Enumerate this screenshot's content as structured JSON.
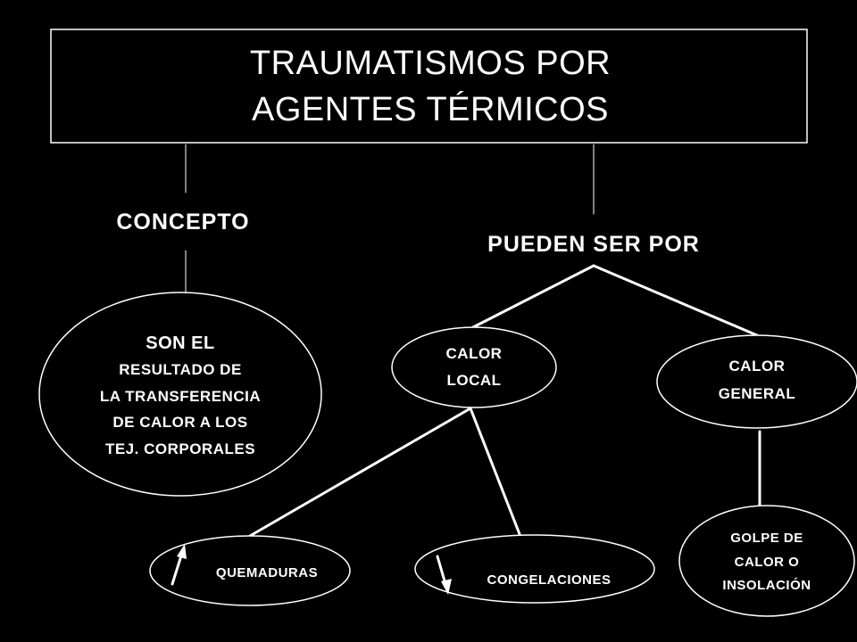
{
  "title": {
    "line1": "TRAUMATISMOS POR",
    "line2": "AGENTES TÉRMICOS"
  },
  "concepto": {
    "heading": "CONCEPTO",
    "definition": [
      "SON EL",
      "RESULTADO DE",
      "LA TRANSFERENCIA",
      "DE CALOR A LOS",
      "TEJ. CORPORALES"
    ]
  },
  "pueden_ser_por": {
    "heading": "PUEDEN SER POR",
    "calor_local": {
      "lines": [
        "CALOR",
        "LOCAL"
      ],
      "quemaduras": "QUEMADURAS",
      "congelaciones": "CONGELACIONES"
    },
    "calor_general": {
      "lines": [
        "CALOR",
        "GENERAL"
      ],
      "golpe": [
        "GOLPE DE",
        "CALOR O",
        "INSOLACIÓN"
      ]
    }
  },
  "colors": {
    "background": "#000000",
    "foreground": "#ffffff"
  },
  "icons": {
    "quemaduras": "arrow-up-icon",
    "congelaciones": "arrow-down-icon"
  }
}
